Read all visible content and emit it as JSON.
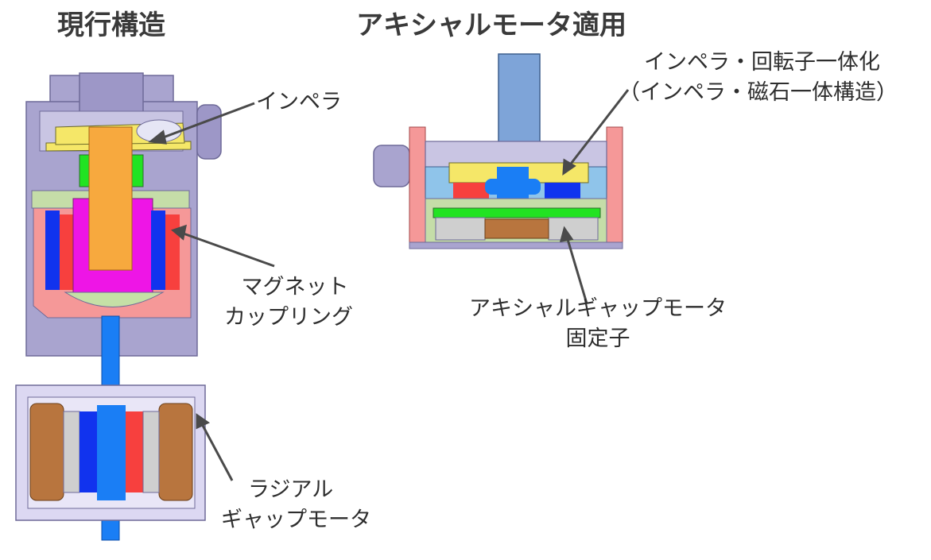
{
  "titles": {
    "current": "現行構造",
    "axial": "アキシャルモータ適用"
  },
  "labels": {
    "impeller": "インペラ",
    "magnet_coupling": [
      "マグネット",
      "カップリング"
    ],
    "radial_gap_motor": [
      "ラジアル",
      "ギャップモータ"
    ],
    "impeller_rotor": [
      "インペラ・回転子一体化",
      "（インペラ・磁石一体構造）"
    ],
    "axial_stator": [
      "アキシャルギャップモータ",
      "固定子"
    ]
  },
  "colors": {
    "housing": "#a9a4cf",
    "housing_dark": "#6e6a98",
    "impeller": "#f5e768",
    "shaft_orange": "#f7a93e",
    "magnet_magenta": "#ee15e6",
    "magnet_blue": "#1133ee",
    "magnet_red": "#f7403e",
    "salmon": "#f59898",
    "green": "#22e322",
    "lightgreen": "#c5dda8",
    "shaft_blue": "#1a7ef5",
    "steel_blue": "#7ea4d8",
    "winding": "#b8753e",
    "grey": "#cfcfcf",
    "lavender": "#dcd8f2",
    "arrow": "#4a4a4a"
  }
}
